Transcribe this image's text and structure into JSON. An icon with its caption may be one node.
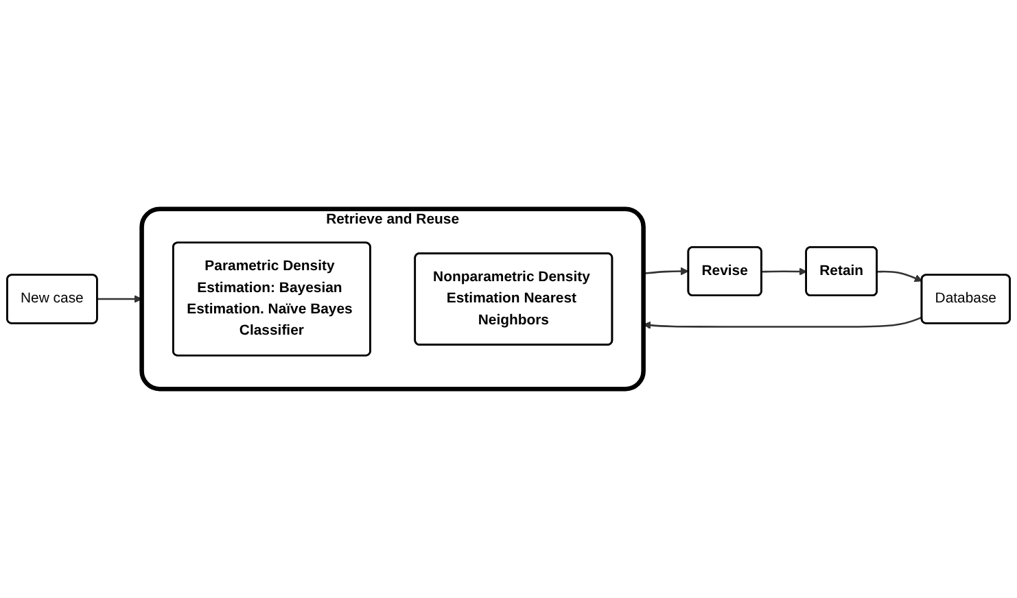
{
  "diagram": {
    "nodes": [
      {
        "text": [
          "New case"
        ]
      },
      {
        "text": [
          "Database"
        ]
      },
      {
        "text": [
          "Retrieve and Reuse"
        ]
      },
      {
        "text": [
          "Parametric Density Estimation: Bayesian Estimation. Naïve Bayes Classifier"
        ],
        "in": 2
      },
      {
        "text": [
          "Nonparametric Density Estimation Nearest Neighbors"
        ],
        "in": 2
      },
      {
        "text": [
          "Revise"
        ]
      },
      {
        "text": [
          "Retain"
        ]
      }
    ],
    "edges": [
      {
        "from": 0,
        "to": 2,
        "arrow": "to"
      },
      {
        "from": 1,
        "to": 2,
        "arrow": "to"
      },
      {
        "from": 2,
        "to": 5,
        "arrow": "to"
      },
      {
        "from": 5,
        "to": 6,
        "arrow": "to"
      },
      {
        "from": 6,
        "to": 1,
        "arrow": "to"
      }
    ]
  }
}
